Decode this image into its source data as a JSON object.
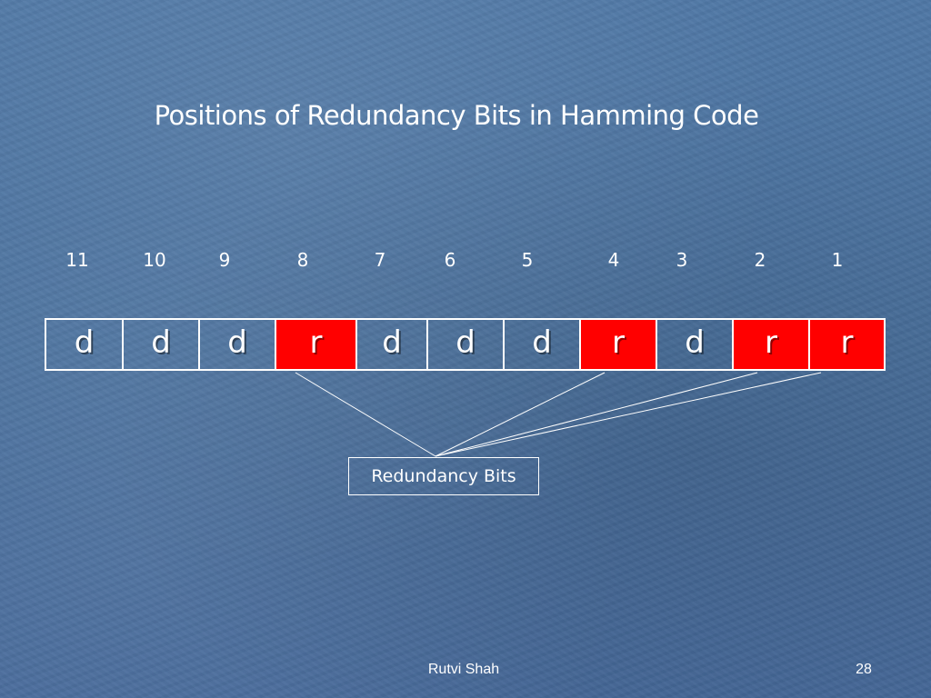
{
  "slide": {
    "title": "Positions of Redundancy Bits in Hamming Code",
    "callout_label": "Redundancy Bits",
    "footer_author": "Rutvi Shah",
    "page_number": "28"
  },
  "positions": [
    "11",
    "10",
    "9",
    "8",
    "7",
    "6",
    "5",
    "4",
    "3",
    "2",
    "1"
  ],
  "bits": [
    {
      "label": "d",
      "type": "data"
    },
    {
      "label": "d",
      "type": "data"
    },
    {
      "label": "d",
      "type": "data"
    },
    {
      "label": "r",
      "type": "redundant"
    },
    {
      "label": "d",
      "type": "data"
    },
    {
      "label": "d",
      "type": "data"
    },
    {
      "label": "d",
      "type": "data"
    },
    {
      "label": "r",
      "type": "redundant"
    },
    {
      "label": "d",
      "type": "data"
    },
    {
      "label": "r",
      "type": "redundant"
    },
    {
      "label": "r",
      "type": "redundant"
    }
  ],
  "colors": {
    "redundant_fill": "#ff0000",
    "text": "#ffffff",
    "background": "#4a72a0"
  }
}
